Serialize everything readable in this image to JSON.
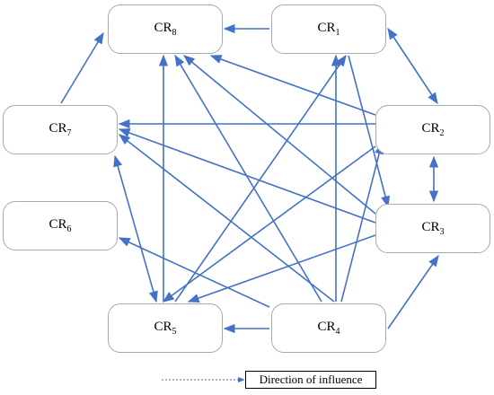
{
  "colors": {
    "arrow": "#4472C4",
    "node_border": "#a9a9a9"
  },
  "nodes": [
    {
      "id": "cr8",
      "prefix": "CR",
      "sub": "8"
    },
    {
      "id": "cr1",
      "prefix": "CR",
      "sub": "1"
    },
    {
      "id": "cr7",
      "prefix": "CR",
      "sub": "7"
    },
    {
      "id": "cr2",
      "prefix": "CR",
      "sub": "2"
    },
    {
      "id": "cr6",
      "prefix": "CR",
      "sub": "6"
    },
    {
      "id": "cr3",
      "prefix": "CR",
      "sub": "3"
    },
    {
      "id": "cr5",
      "prefix": "CR",
      "sub": "5"
    },
    {
      "id": "cr4",
      "prefix": "CR",
      "sub": "4"
    }
  ],
  "edges": [
    {
      "from": "cr1",
      "to": "cr8"
    },
    {
      "from": "cr7",
      "to": "cr8"
    },
    {
      "from": "cr1",
      "to": "cr2",
      "both": true
    },
    {
      "from": "cr2",
      "to": "cr3",
      "both": true
    },
    {
      "from": "cr2",
      "to": "cr7"
    },
    {
      "from": "cr2",
      "to": "cr8"
    },
    {
      "from": "cr2",
      "to": "cr5"
    },
    {
      "from": "cr3",
      "to": "cr7"
    },
    {
      "from": "cr3",
      "to": "cr8"
    },
    {
      "from": "cr3",
      "to": "cr5"
    },
    {
      "from": "cr1",
      "to": "cr3"
    },
    {
      "from": "cr7",
      "to": "cr5",
      "both": true
    },
    {
      "from": "cr5",
      "to": "cr1"
    },
    {
      "from": "cr5",
      "to": "cr8"
    },
    {
      "from": "cr4",
      "to": "cr5"
    },
    {
      "from": "cr4",
      "to": "cr3"
    },
    {
      "from": "cr4",
      "to": "cr6"
    },
    {
      "from": "cr4",
      "to": "cr7"
    },
    {
      "from": "cr4",
      "to": "cr8"
    },
    {
      "from": "cr4",
      "to": "cr1"
    },
    {
      "from": "cr4",
      "to": "cr2"
    }
  ],
  "legend": {
    "label": "Direction of influence"
  }
}
